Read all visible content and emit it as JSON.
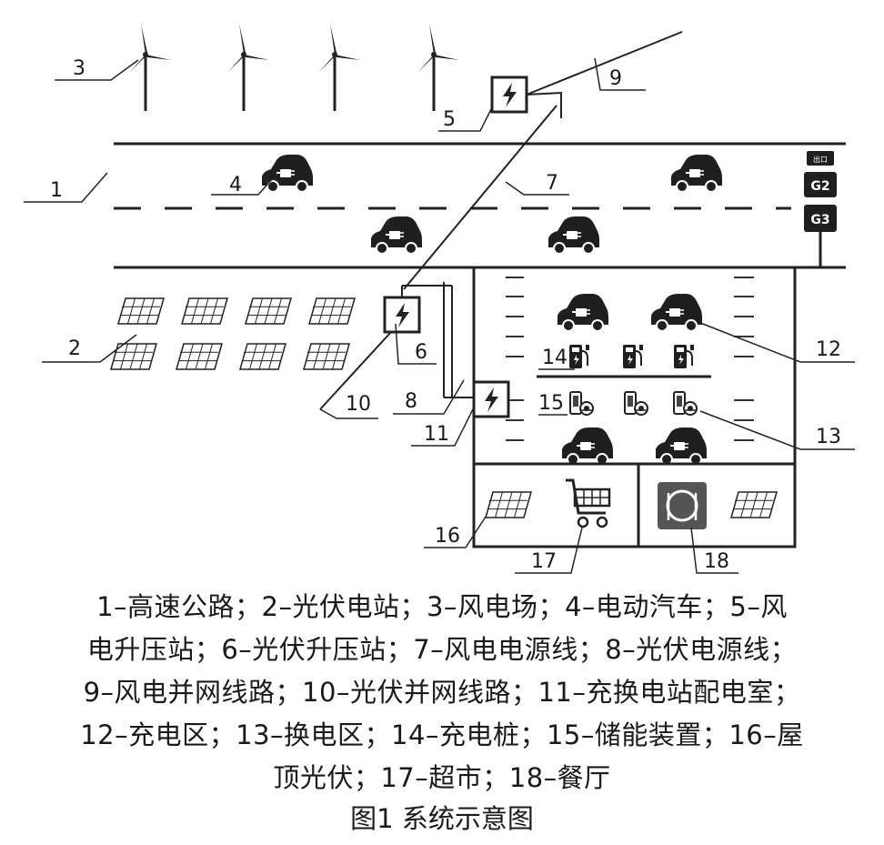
{
  "diagram": {
    "callouts": {
      "n1": "1",
      "n2": "2",
      "n3": "3",
      "n4": "4",
      "n5": "5",
      "n6": "6",
      "n7": "7",
      "n8": "8",
      "n9": "9",
      "n10": "10",
      "n11": "11",
      "n12": "12",
      "n13": "13",
      "n14": "14",
      "n15": "15",
      "n16": "16",
      "n17": "17",
      "n18": "18"
    },
    "signs": {
      "top": "出口",
      "g2": "G2",
      "g3": "G3"
    }
  },
  "legend": {
    "lines": [
      "1–高速公路；2–光伏电站；3–风电场；4–电动汽车；5–风",
      "电升压站；6–光伏升压站；7–风电电源线；8–光伏电源线；",
      "9–风电并网线路；10–光伏并网线路；11–充换电站配电室；",
      "12–充电区；13–换电区；14–充电桩；15–储能装置；16–屋",
      "顶光伏；17–超市；18–餐厅"
    ]
  },
  "caption": "图1  系统示意图"
}
